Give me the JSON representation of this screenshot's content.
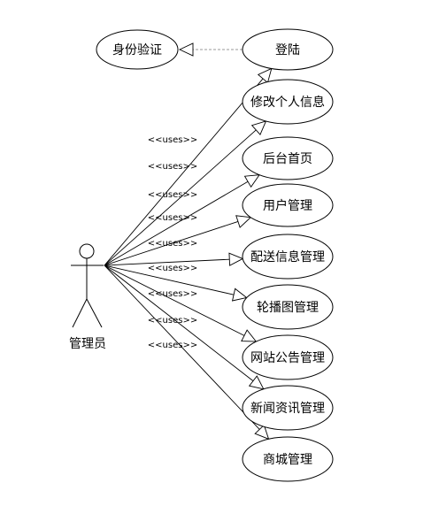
{
  "actor": {
    "name": "管理员"
  },
  "external_use_case": {
    "label": "身份验证"
  },
  "use_cases": [
    {
      "label": "登陆"
    },
    {
      "label": "修改个人信息"
    },
    {
      "label": "后台首页"
    },
    {
      "label": "用户管理"
    },
    {
      "label": "配送信息管理"
    },
    {
      "label": "轮播图管理"
    },
    {
      "label": "网站公告管理"
    },
    {
      "label": "新闻资讯管理"
    },
    {
      "label": "商城管理"
    }
  ],
  "relation_label": "<<uses>>",
  "uses_label_count": 9
}
